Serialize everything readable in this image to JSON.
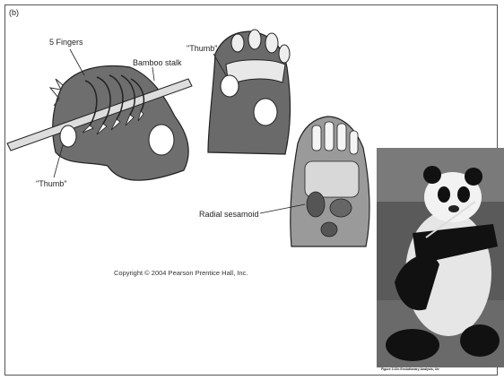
{
  "panel_label": "(b)",
  "labels": {
    "fingers": "5 Fingers",
    "bamboo": "Bamboo stalk",
    "thumb_left": "\"Thumb\"",
    "thumb_top": "\"Thumb\"",
    "radial_sesamoid": "Radial sesamoid"
  },
  "copyright": "Copyright © 2004 Pearson Prentice Hall, Inc.",
  "figure_caption": "Figure 3.10c Evolutionary Analysis, 4/e"
}
